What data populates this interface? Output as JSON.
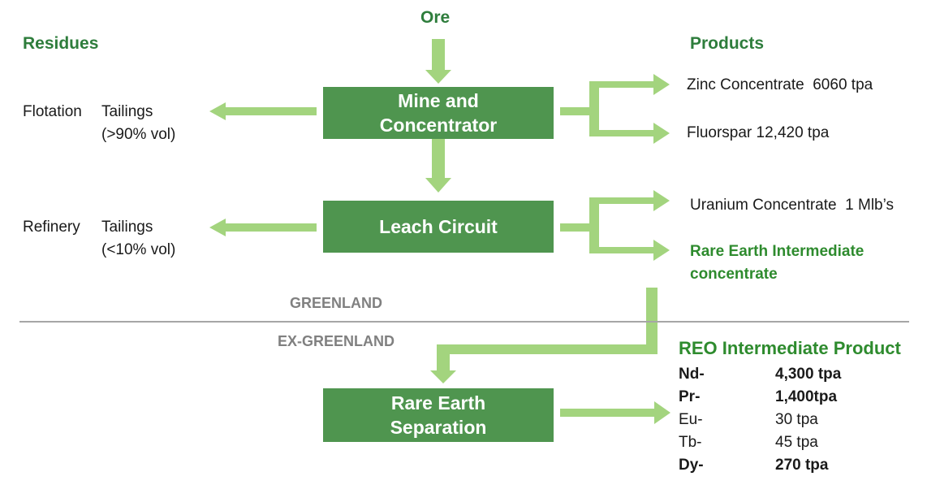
{
  "headers": {
    "ore": "Ore",
    "residues": "Residues",
    "products": "Products"
  },
  "boxes": {
    "mine": [
      "Mine and",
      "Concentrator"
    ],
    "leach": "Leach Circuit",
    "separation": [
      "Rare Earth",
      "Separation"
    ]
  },
  "residues": {
    "flotation": {
      "label": "Flotation",
      "tailings": "Tailings",
      "vol": "(>90% vol)"
    },
    "refinery": {
      "label": "Refinery",
      "tailings": "Tailings",
      "vol": "(<10% vol)"
    }
  },
  "products": {
    "zinc": "Zinc Concentrate  6060 tpa",
    "fluorspar": "Fluorspar 12,420 tpa",
    "uranium": "Uranium Concentrate  1 Mlb’s",
    "rare_earth": [
      "Rare Earth Intermediate",
      "concentrate"
    ]
  },
  "regions": {
    "greenland": "GREENLAND",
    "ex_greenland": "EX-GREENLAND"
  },
  "reo": {
    "title": "REO Intermediate Product",
    "items": [
      {
        "element": "Nd-",
        "value": "4,300 tpa",
        "bold": true
      },
      {
        "element": "Pr-",
        "value": "1,400tpa",
        "bold": true
      },
      {
        "element": "Eu-",
        "value": "30 tpa",
        "bold": false
      },
      {
        "element": "Tb-",
        "value": "45 tpa",
        "bold": false
      },
      {
        "element": "Dy-",
        "value": "270 tpa",
        "bold": true
      }
    ]
  },
  "colors": {
    "box": "#4f954f",
    "arrow": "#a3d47e",
    "header": "#2e7d3c",
    "divider": "#a6a6a6"
  }
}
